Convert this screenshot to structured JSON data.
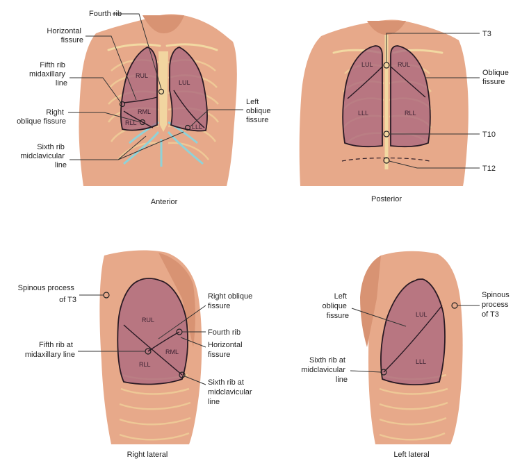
{
  "anterior": {
    "caption": "Anterior",
    "labels": {
      "fourth_rib": "Fourth rib",
      "horizontal_fissure": [
        "Horizontal",
        "fissure"
      ],
      "fifth_rib": [
        "Fifth rib",
        "midaxillary",
        "line"
      ],
      "right_oblique": [
        "Right",
        "oblique fissure"
      ],
      "sixth_rib": [
        "Sixth rib",
        "midclavicular",
        "line"
      ],
      "left_oblique": [
        "Left",
        "oblique",
        "fissure"
      ]
    },
    "lobes": {
      "rul": "RUL",
      "lul": "LUL",
      "rml": "RML",
      "rll": "RLL",
      "lll": "LLL"
    }
  },
  "posterior": {
    "caption": "Posterior",
    "labels": {
      "t3": "T3",
      "oblique": [
        "Oblique",
        "fissure"
      ],
      "t10": "T10",
      "t12": "T12"
    },
    "lobes": {
      "lul": "LUL",
      "rul": "RUL",
      "lll": "LLL",
      "rll": "RLL"
    }
  },
  "right_lateral": {
    "caption": "Right lateral",
    "labels": {
      "spinous": [
        "Spinous process",
        "of T3"
      ],
      "fifth_rib": [
        "Fifth rib at",
        "midaxillary line"
      ],
      "right_oblique": [
        "Right oblique",
        "fissure"
      ],
      "fourth_rib": "Fourth rib",
      "horizontal": [
        "Horizontal",
        "fissure"
      ],
      "sixth_rib": [
        "Sixth rib at",
        "midclavicular",
        "line"
      ]
    },
    "lobes": {
      "rul": "RUL",
      "rml": "RML",
      "rll": "RLL"
    }
  },
  "left_lateral": {
    "caption": "Left lateral",
    "labels": {
      "left_oblique": [
        "Left",
        "oblique",
        "fissure"
      ],
      "sixth_rib": [
        "Sixth rib at",
        "midclavicular",
        "line"
      ],
      "spinous": [
        "Spinous",
        "process",
        "of T3"
      ]
    },
    "lobes": {
      "lul": "LUL",
      "lll": "LLL"
    }
  },
  "colors": {
    "skin": "#e7a98a",
    "lung": "#a8667d",
    "bone": "#f2d9a2",
    "cartilage": "#8fd2d8"
  }
}
